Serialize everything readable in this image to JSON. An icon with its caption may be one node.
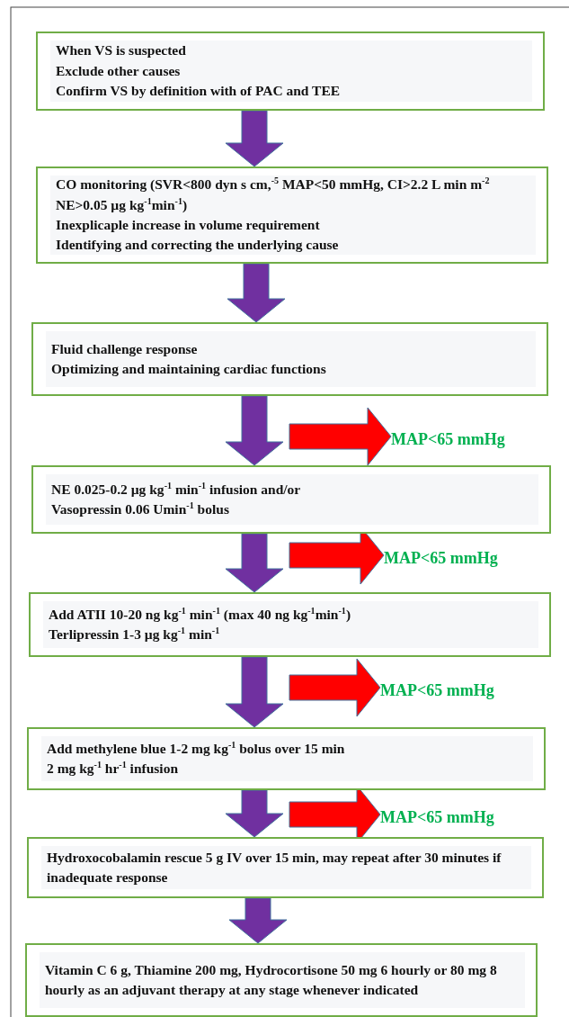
{
  "diagram": {
    "nodes": [
      {
        "text": [
          "When VS is suspected",
          "Exclude other causes",
          "Confirm VS by definition with of PAC and TEE"
        ]
      },
      {
        "text": [
          "CO monitoring (SVR<800 dyn s cm,$^{-5}$ MAP<50 mmHg, CI>2.2 L min m$^{-2}$ NE>0.05 µg kg$^{-1}$min$^{-1}$)",
          "Inexplicaple increase in volume requirement",
          "Identifying and correcting the underlying cause"
        ]
      },
      {
        "text": [
          "Fluid challenge response",
          "Optimizing and maintaining cardiac functions"
        ]
      },
      {
        "text": [
          "MAP<65 mmHg"
        ]
      },
      {
        "text": [
          "NE 0.025-0.2 µg kg$^{-1}$ min$^{-1}$ infusion and/or",
          "Vasopressin 0.06  Umin$^{-1}$ bolus"
        ]
      },
      {
        "text": [
          "MAP<65 mmHg"
        ]
      },
      {
        "text": [
          "Add ATII 10-20 ng kg$^{-1}$ min$^{-1}$ (max 40 ng kg$^{-1}$min$^{-1}$)",
          "Terlipressin 1-3 µg kg$^{-1}$ min$^{-1}$"
        ]
      },
      {
        "text": [
          "MAP<65 mmHg"
        ]
      },
      {
        "text": [
          "Add methylene blue 1-2 mg kg$^{-1}$ bolus over 15 min",
          "2 mg kg$^{-1}$ hr$^{-1}$ infusion"
        ]
      },
      {
        "text": [
          "MAP<65 mmHg"
        ]
      },
      {
        "text": [
          "Hydroxocobalamin rescue 5 g IV over 15 min, may repeat after 30 minutes if inadequate response"
        ]
      },
      {
        "text": [
          "Vitamin C 6 g, Thiamine 200 mg, Hydrocortisone 50 mg 6 hourly or 80 mg 8 hourly as an adjuvant therapy at any stage whenever indicated"
        ]
      }
    ],
    "edges": [
      {
        "from": 0,
        "to": 1,
        "arrow": "to",
        "style": "thick"
      },
      {
        "from": 1,
        "to": 2,
        "arrow": "to",
        "style": "thick"
      },
      {
        "from": 2,
        "to": 4,
        "arrow": "to",
        "style": "thick"
      },
      {
        "from": null,
        "to": 3,
        "arrow": "to",
        "style": "thick",
        "color": "#ff0000"
      },
      {
        "from": 4,
        "to": 6,
        "arrow": "to",
        "style": "thick"
      },
      {
        "from": null,
        "to": 5,
        "arrow": "to",
        "style": "thick",
        "color": "#ff0000"
      },
      {
        "from": 6,
        "to": 8,
        "arrow": "to",
        "style": "thick"
      },
      {
        "from": null,
        "to": 7,
        "arrow": "to",
        "style": "thick",
        "color": "#ff0000"
      },
      {
        "from": 8,
        "to": 10,
        "arrow": "to",
        "style": "thick"
      },
      {
        "from": null,
        "to": 9,
        "arrow": "to",
        "style": "thick",
        "color": "#ff0000"
      },
      {
        "from": 10,
        "to": 11,
        "arrow": "to",
        "style": "thick"
      }
    ]
  }
}
